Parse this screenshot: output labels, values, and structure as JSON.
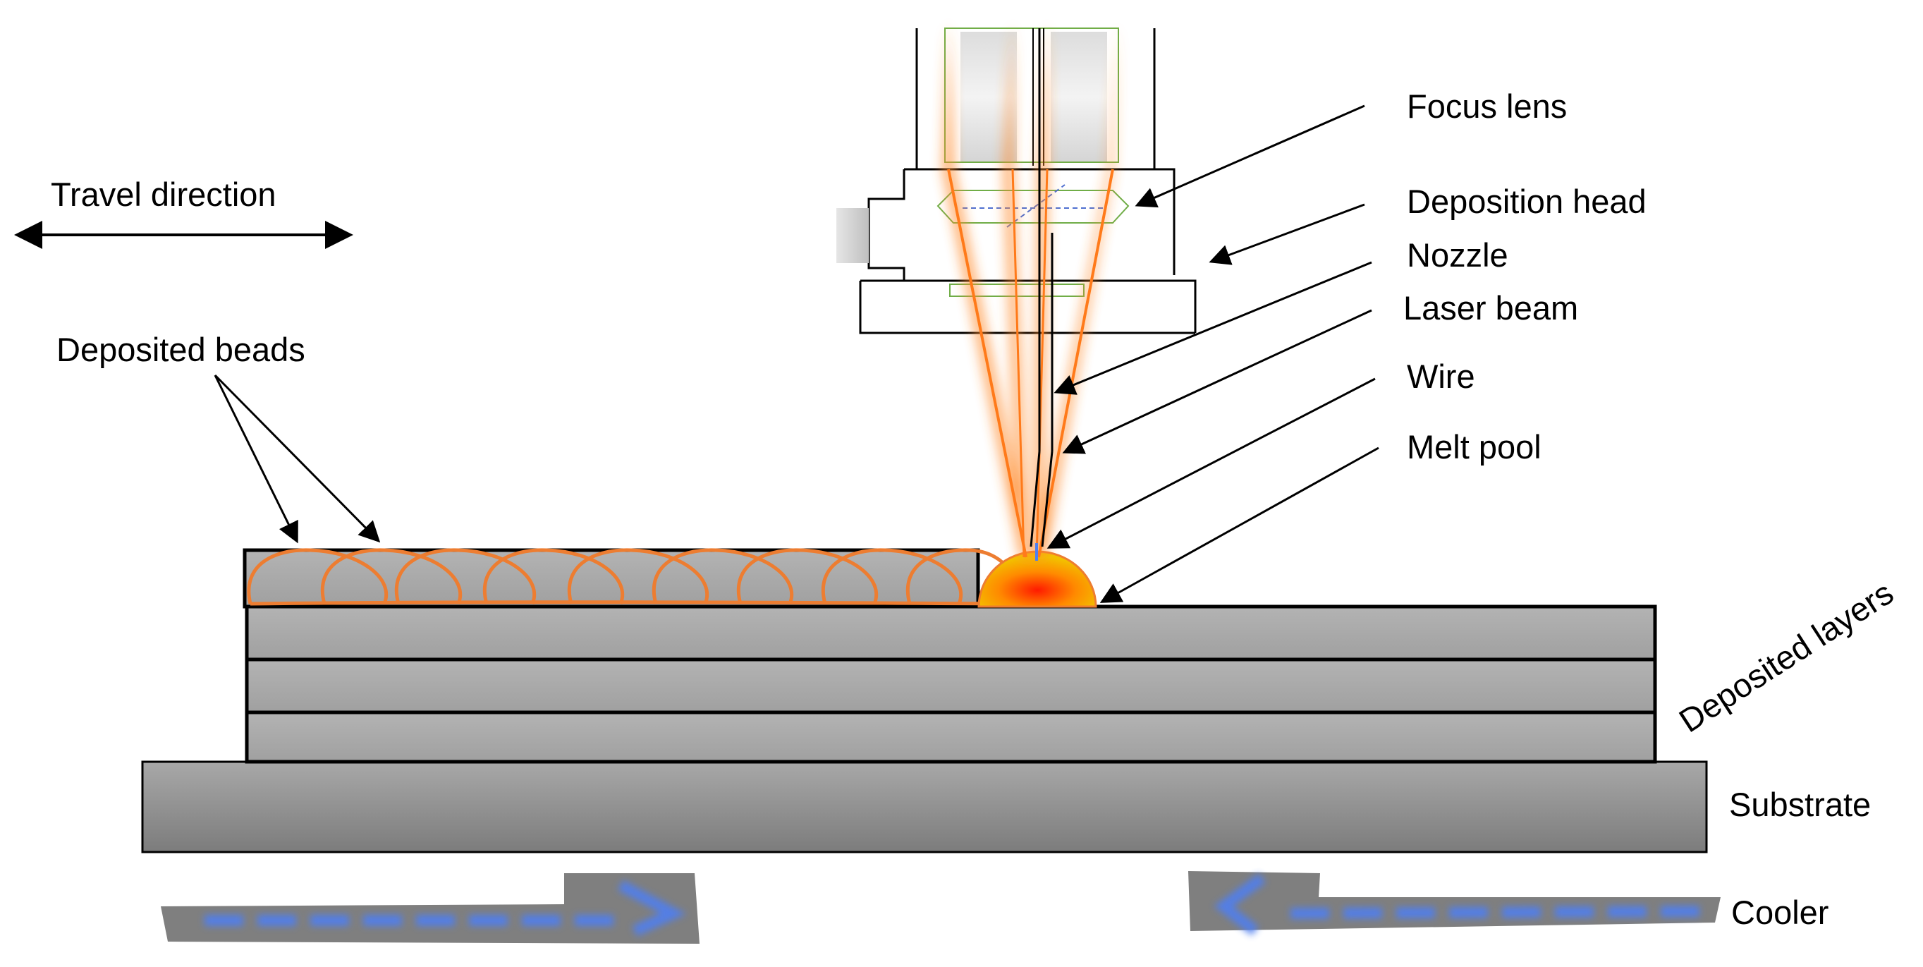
{
  "labels": {
    "travel_direction": "Travel direction",
    "deposited_beads": "Deposited beads",
    "focus_lens": "Focus lens",
    "deposition_head": "Deposition head",
    "nozzle": "Nozzle",
    "laser_beam": "Laser beam",
    "wire": "Wire",
    "melt_pool": "Melt pool",
    "deposited_layers": "Deposited layers",
    "substrate": "Substrate",
    "cooler": "Cooler"
  },
  "colors": {
    "layer_fill": "#a6a6a6",
    "substrate_fill": "#8f8f8f",
    "bead_outline": "#ed7d31",
    "laser": "#ff7a1a",
    "lens_outline": "#70ad47",
    "melt_core": "#ff1a00",
    "melt_edge": "#f2c200",
    "cooler_body": "#7f7f7f",
    "cooler_flow": "#4f7ff0",
    "outline": "#000000"
  }
}
